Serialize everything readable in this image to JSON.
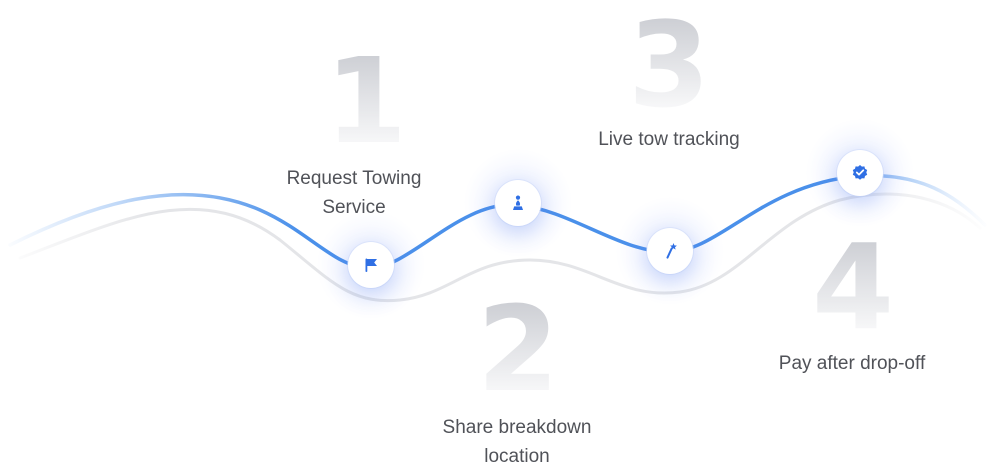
{
  "steps": [
    {
      "number": "1",
      "label_line1": "Request Towing",
      "label_line2": "Service",
      "icon": "flag-icon"
    },
    {
      "number": "2",
      "label_line1": "Share breakdown",
      "label_line2": "location",
      "icon": "location-pin-icon"
    },
    {
      "number": "3",
      "label_line1": "Live tow tracking",
      "label_line2": "",
      "icon": "magic-wand-icon"
    },
    {
      "number": "4",
      "label_line1": "Pay after drop-off",
      "label_line2": "",
      "icon": "verified-badge-icon"
    }
  ],
  "colors": {
    "accent": "#2f6fe4",
    "path_blue": "#4a90ea",
    "path_gray": "#e4e5e8",
    "text": "#505258"
  }
}
